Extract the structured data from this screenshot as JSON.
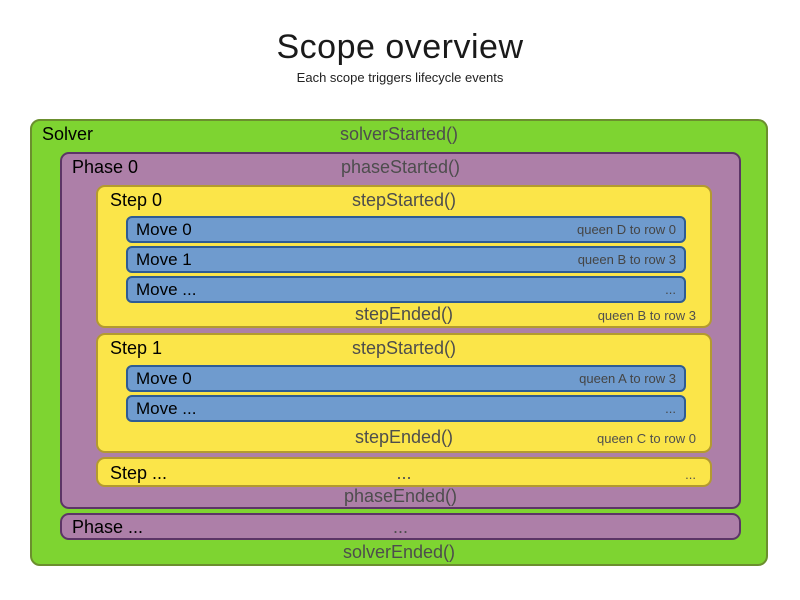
{
  "header": {
    "title": "Scope overview",
    "subtitle": "Each scope triggers lifecycle events"
  },
  "colors": {
    "solver_fill": "#7ed431",
    "phase_fill": "#ad7fa8",
    "step_fill": "#fbe549",
    "move_fill": "#6f9bce",
    "event_text": "#4d4d4d"
  },
  "solver": {
    "label": "Solver",
    "started": "solverStarted()",
    "ended": "solverEnded()",
    "phases": [
      {
        "label": "Phase 0",
        "started": "phaseStarted()",
        "ended": "phaseEnded()",
        "steps": [
          {
            "label": "Step 0",
            "started": "stepStarted()",
            "ended": "stepEnded()",
            "ended_note": "queen B to row 3",
            "moves": [
              {
                "label": "Move 0",
                "note": "queen D to row 0"
              },
              {
                "label": "Move 1",
                "note": "queen B to row 3"
              },
              {
                "label": "Move ...",
                "note": "..."
              }
            ]
          },
          {
            "label": "Step 1",
            "started": "stepStarted()",
            "ended": "stepEnded()",
            "ended_note": "queen C to row 0",
            "moves": [
              {
                "label": "Move 0",
                "note": "queen A to row 3"
              },
              {
                "label": "Move ...",
                "note": "..."
              }
            ]
          },
          {
            "label": "Step ...",
            "center_dots": "...",
            "right_dots": "..."
          }
        ]
      },
      {
        "label": "Phase ...",
        "center_dots": "..."
      }
    ]
  }
}
